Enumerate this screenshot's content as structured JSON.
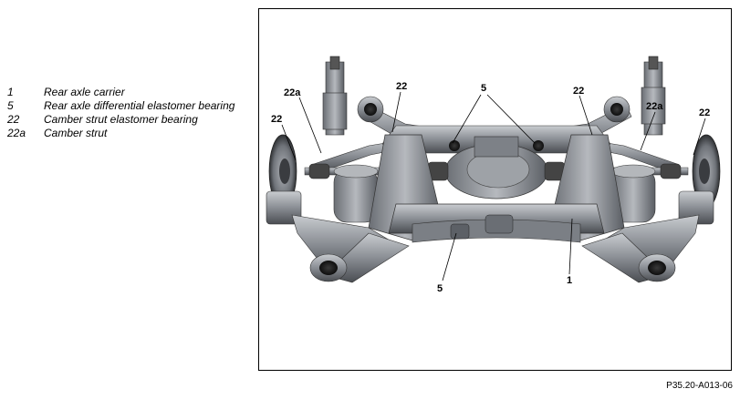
{
  "legend": [
    {
      "num": "1",
      "text": "Rear axle carrier"
    },
    {
      "num": "5",
      "text": "Rear axle differential elastomer bearing"
    },
    {
      "num": "22",
      "text": "Camber strut elastomer bearing"
    },
    {
      "num": "22a",
      "text": "Camber strut"
    }
  ],
  "callouts": {
    "c22a_left": "22a",
    "c22_top_left": "22",
    "c22_left": "22",
    "c5_top": "5",
    "c22_top_right": "22",
    "c22a_right": "22a",
    "c22_right": "22",
    "c5_bottom": "5",
    "c1": "1"
  },
  "figure_code": "P35.20-A013-06",
  "colors": {
    "metal_dark": "#4a4d52",
    "metal_mid": "#8a8e94",
    "metal_light": "#c9ccd0",
    "rubber": "#1e1e1e"
  }
}
